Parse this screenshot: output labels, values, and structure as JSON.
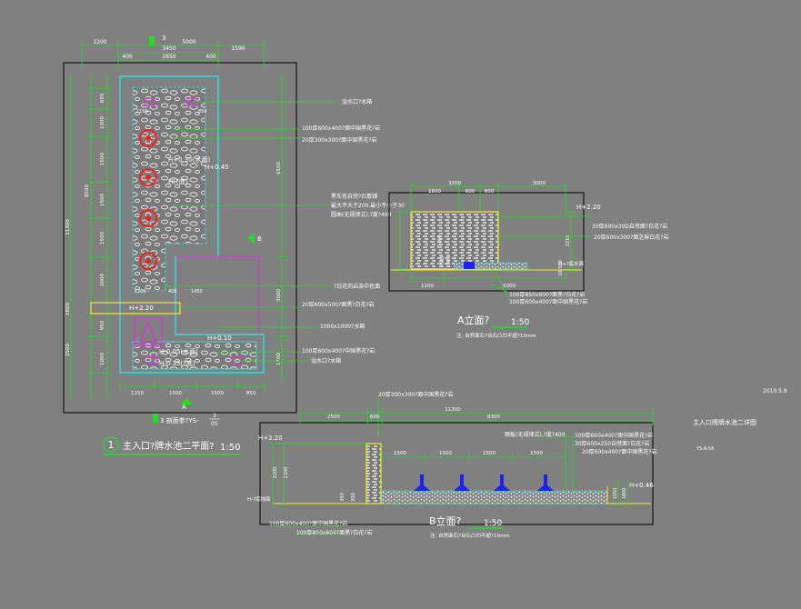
{
  "colors": {
    "bg": "#808080",
    "green": "#22dd22",
    "cyan": "#22eeee",
    "yellow": "#eeee22",
    "red": "#ee2222",
    "magenta": "#ee22ee",
    "white": "#ffffff",
    "black": "#000000",
    "blue": "#2222ee"
  },
  "plan": {
    "section_marker_top": "3",
    "dims_top_row1": [
      "1200",
      "3450",
      "5000",
      "1590"
    ],
    "dims_top_row2": [
      "2650"
    ],
    "dims_top_row3": [
      "400",
      "400"
    ],
    "dims_left": [
      "650",
      "1300",
      "1500",
      "1500",
      "1500",
      "2000",
      "950",
      "2500",
      "1050"
    ],
    "dims_left_total": [
      "8500",
      "11300"
    ],
    "dims_left_extra": "1800",
    "dims_right": [
      "6500",
      "3000",
      "1700"
    ],
    "dims_bottom": [
      "1150",
      "1500",
      "1500",
      "850"
    ],
    "dims_inner": [
      "1100",
      "850",
      "1200",
      "400",
      "1450"
    ],
    "levels": {
      "water": "H+0.30(水面)",
      "bottom": "H(?底)",
      "top": "H+0.45",
      "mid": "H+2.20",
      "low": "H+0.10",
      "water2": "H-0.05(水面)",
      "bottom2": "H-0.35(?底)"
    },
    "callouts": [
      "溢水口?水箱",
      "100厚600x400?面中国黑花?岩",
      "20厚300x300?面中国黑花?岩",
      "黑灰色自然?石散铺",
      "最大不大于200,最小不小于30",
      "圆曲(无规律式),?度?400",
      "?白花岗岩染中色面",
      "20厚600x500?面黑?白花?岩",
      "1000x1000?水箱",
      "100厚600x400?中国黑花?岩",
      "溢水口?水箱"
    ],
    "section_a_label": "A",
    "section_b_label": "B",
    "bottom_note": "3 剖面参?YS-",
    "bottom_note_num": "3",
    "bottom_note_den": "05",
    "title_num": "1",
    "title": "主入口?牌水池二平面?",
    "scale": "1:50"
  },
  "elev_a": {
    "dims_top": [
      "1600",
      "600",
      "600",
      "3000"
    ],
    "dims_top_total": [
      "3200"
    ],
    "dims_left": [
      "1760",
      "2080",
      "1080"
    ],
    "dims_right": [
      "2210",
      "10,500"
    ],
    "dims_bottom": [
      "1200",
      "5000"
    ],
    "level_top": "H+2.20",
    "level_low": "H+?底水面",
    "callouts": [
      "30厚600x30D自然面?白花?岩",
      "20厚600x300?面芝麻白花?岩",
      "100厚850x600?面黑?白花?岩",
      "100厚600x400?面中国黑花?岩"
    ],
    "title": "A立面?",
    "scale": "1:50",
    "note": "注: 自然面石?台石凸凹不超?10mm"
  },
  "elev_b": {
    "callout_top": "20厚300x300?面中国黑花?岩",
    "dims_top": [
      "2500",
      "600",
      "8300"
    ],
    "dims_top_total": "11300",
    "dims_spans": [
      "1500",
      "1500",
      "1500",
      "1500"
    ],
    "dims_left": [
      "2200",
      "2100"
    ],
    "dims_mid": [
      "350",
      "200"
    ],
    "dims_right": [
      "1050",
      "1000"
    ],
    "level_top": "H+2.20",
    "level_low": "H-?底地面",
    "level_right": "H+0.46",
    "callouts_right": [
      "踏板(无规律式),?度?400",
      "100厚600x400?面中国黑花?岩",
      "30厚600x250自然面?白花?岩",
      "20厚600x400?面中国黑花?岩"
    ],
    "callouts_bottom": [
      "100厚600x400?面中国黑花?岩",
      "100厚850x600?面黑?白花?岩"
    ],
    "title": "B立面?",
    "scale": "1:50",
    "note": "注: 自然面石?台石凸凹不超?10mm"
  },
  "sheet": {
    "date": "2010.5.9",
    "title": "主入口牌牌水池二详图",
    "code": "YS-A-56"
  }
}
